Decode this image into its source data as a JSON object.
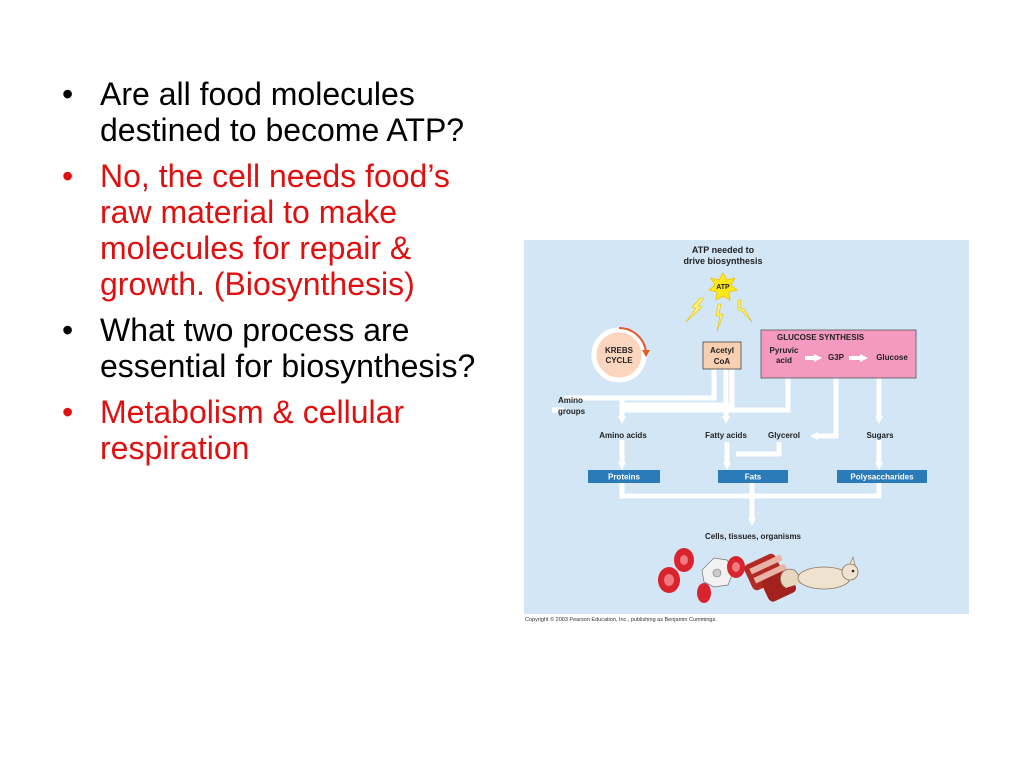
{
  "bullets": [
    {
      "text": "Are all food molecules destined to become ATP?",
      "color": "#000000"
    },
    {
      "text": "No, the cell needs food’s raw material to make molecules for repair & growth. (Biosynthesis)",
      "color": "#e01010"
    },
    {
      "text": "What two process are essential for biosynthesis?",
      "color": "#000000"
    },
    {
      "text": "Metabolism & cellular respiration",
      "color": "#e01010"
    }
  ],
  "bullet_glyph": "•",
  "diagram": {
    "atp_needed_line1": "ATP needed to",
    "atp_needed_line2": "drive biosynthesis",
    "atp": "ATP",
    "krebs_line1": "KREBS",
    "krebs_line2": "CYCLE",
    "acetyl_line1": "Acetyl",
    "acetyl_line2": "CoA",
    "glucose_synthesis": "GLUCOSE SYNTHESIS",
    "pyruvic_line1": "Pyruvic",
    "pyruvic_line2": "acid",
    "g3p": "G3P",
    "glucose": "Glucose",
    "amino_groups_line1": "Amino",
    "amino_groups_line2": "groups",
    "amino_acids": "Amino acids",
    "fatty_acids": "Fatty acids",
    "glycerol": "Glycerol",
    "sugars": "Sugars",
    "proteins": "Proteins",
    "fats": "Fats",
    "polysaccharides": "Polysaccharides",
    "cells": "Cells, tissues, organisms",
    "colors": {
      "panel": "#d3e6f5",
      "pink": "#f49ac1",
      "peach": "#f9cfb2",
      "blue_box": "#2b7bb9",
      "atp_star": "#ffe81a",
      "red_cell": "#d9232e"
    }
  },
  "copyright": "Copyright © 2003 Pearson Education, Inc., publishing as Benjamin Cummings."
}
